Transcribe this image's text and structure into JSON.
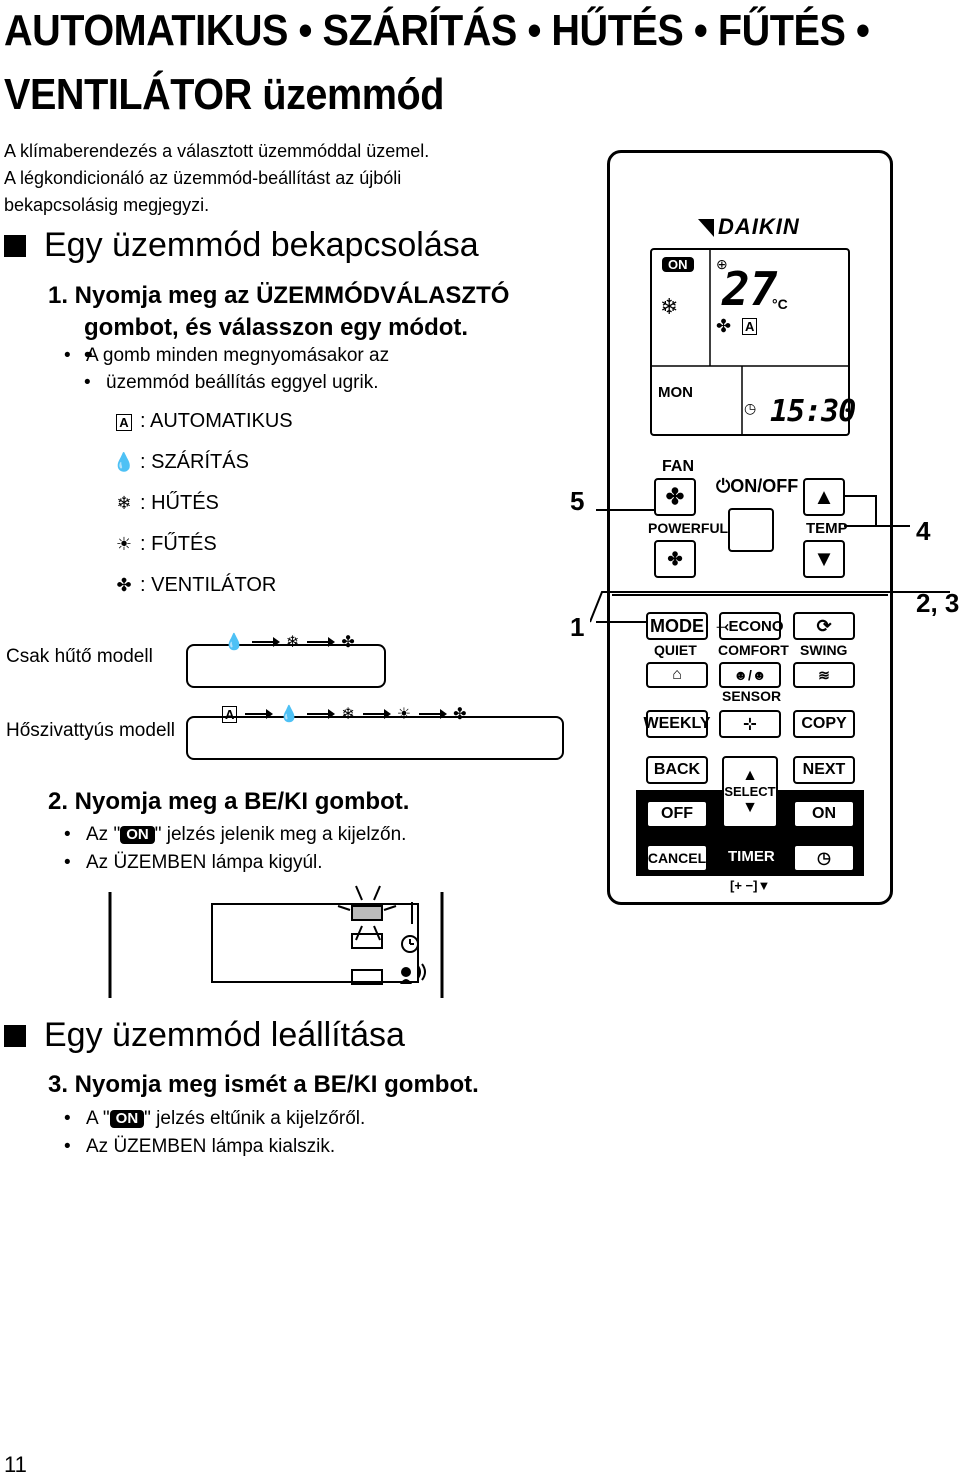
{
  "title": {
    "line1": "AUTOMATIKUS • SZÁRÍTÁS • HŰTÉS • FŰTÉS •",
    "line2": "VENTILÁTOR üzemmód"
  },
  "intro": [
    "A klímaberendezés a választott üzemmóddal üzemel.",
    "A légkondicionáló az üzemmód-beállítást az újbóli",
    "bekapcsolásig megjegyzi."
  ],
  "section1": {
    "heading": "Egy üzemmód bekapcsolása",
    "step1_line1": "1.  Nyomja meg az ÜZEMMÓDVÁLASZTÓ",
    "step1_line2": "gombot, és válasszon egy módot.",
    "bullet1_line1": "A gomb minden megnyomásakor az",
    "bullet1_line2": "üzemmód beállítás eggyel ugrik.",
    "modes": [
      {
        "icon": "A",
        "label": ": AUTOMATIKUS"
      },
      {
        "icon": "💧",
        "label": ": SZÁRÍTÁS"
      },
      {
        "icon": "❄",
        "label": ": HŰTÉS"
      },
      {
        "icon": "☀",
        "label": ": FŰTÉS"
      },
      {
        "icon": "✤",
        "label": ": VENTILÁTOR"
      }
    ],
    "cool_only_label": "Csak hűtő modell",
    "heatpump_label": "Hőszivattyús modell",
    "step2": "2.  Nyomja meg a BE/KI gombot.",
    "bullet2_pre": "Az \"",
    "bullet2_post": "\" jelzés jelenik meg a kijelzőn.",
    "bullet3": "Az ÜZEMBEN lámpa kigyúl."
  },
  "section2": {
    "heading": "Egy üzemmód leállítása",
    "step3": "3.  Nyomja meg ismét a BE/KI gombot.",
    "bullet1_pre": "A \"",
    "bullet1_post": "\" jelzés eltűnik a kijelzőről.",
    "bullet2": "Az ÜZEMBEN lámpa kialszik."
  },
  "on_badge": "ON",
  "remote": {
    "brand": "DAIKIN",
    "lcd_on": "ON",
    "lcd_temp": "27",
    "lcd_unit": "°C",
    "lcd_day": "MON",
    "lcd_time": "15:30",
    "fan": "FAN",
    "onoff": "ON/OFF",
    "powerful": "POWERFUL",
    "temp": "TEMP",
    "mode": "MODE",
    "econo": "ECONO",
    "quiet": "QUIET",
    "comfort": "COMFORT",
    "swing": "SWING",
    "sensor": "SENSOR",
    "weekly": "WEEKLY",
    "copy": "COPY",
    "back": "BACK",
    "select": "SELECT",
    "next": "NEXT",
    "off": "OFF",
    "on": "ON",
    "cancel": "CANCEL",
    "timer": "TIMER"
  },
  "callouts": {
    "c5": "5",
    "c1": "1",
    "c4": "4",
    "c23": "2, 3"
  },
  "page_number": "11"
}
